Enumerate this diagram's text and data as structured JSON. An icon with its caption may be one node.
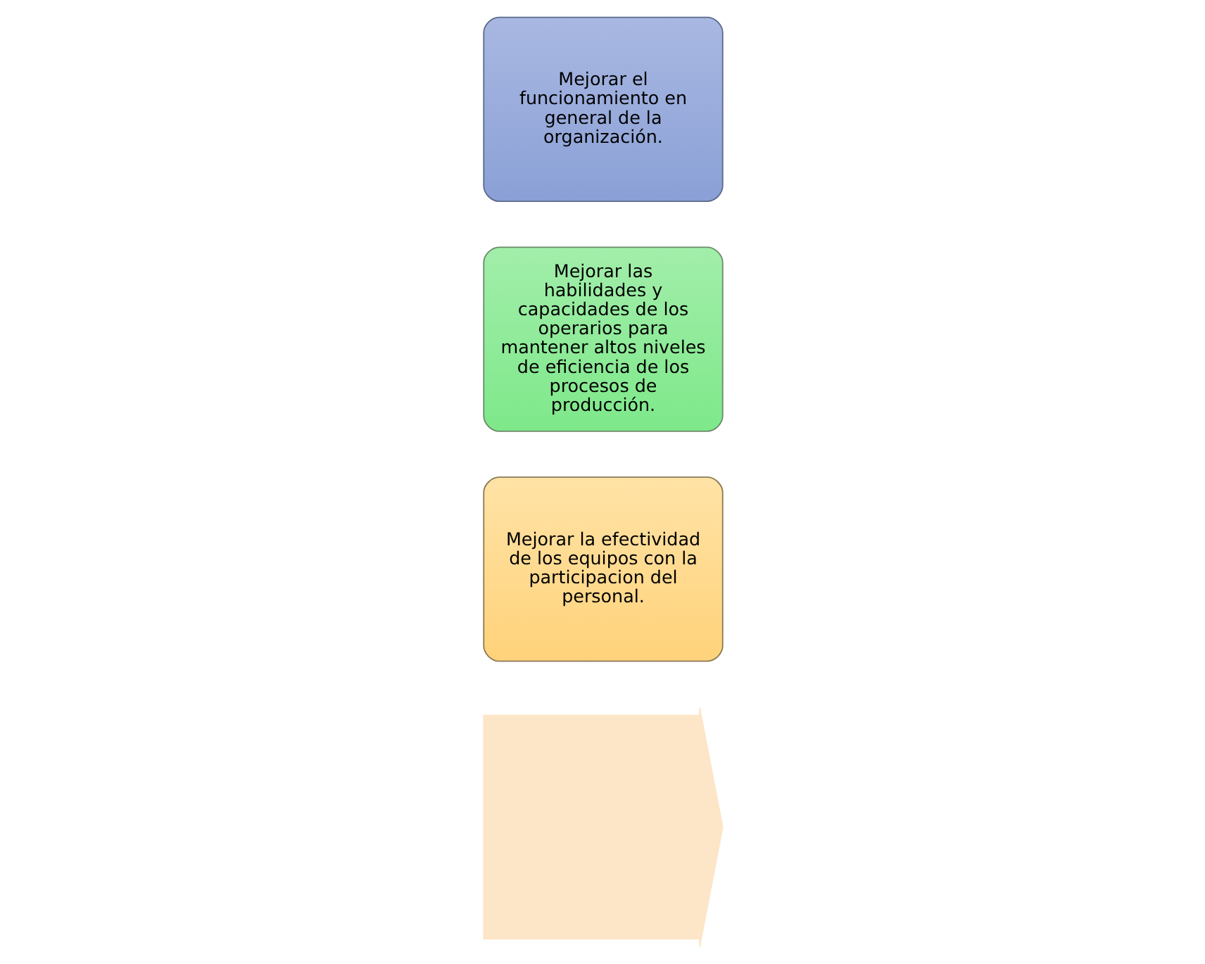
{
  "diagram": {
    "nodes": [
      {
        "text": [],
        "shape": "arrow"
      },
      {
        "text": [
          "Mejorar la efectividad de los equipos con la participacion del personal."
        ]
      },
      {
        "text": [
          "Mejorar las habilidades y capacidades de los operarios para mantener altos niveles de eficiencia de los procesos de producción."
        ]
      },
      {
        "text": [
          "Mejorar el funcionamiento en general de la organización."
        ]
      }
    ],
    "edges": []
  }
}
